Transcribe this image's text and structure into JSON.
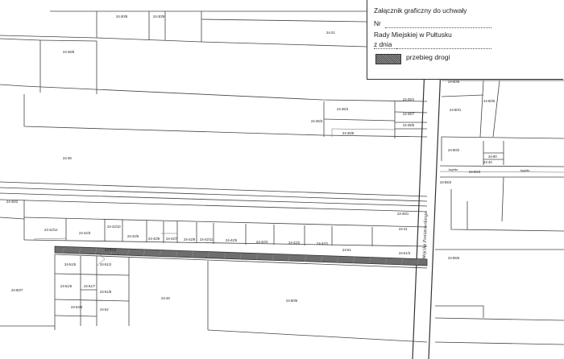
{
  "legend": {
    "title": "Załącznik graficzny do uchwały",
    "nr": "Nr",
    "council": "Rady Miejskiej w Pułtusku",
    "date": "z dnia",
    "road_label": "przebieg drogi",
    "road_color": "#6e6e6e"
  },
  "street_name": "Wojcika Poniatowskiego",
  "side_labels": [
    "Jagiełła",
    "Jagiełła"
  ],
  "parcels": [
    "24-30/8",
    "24-30/9",
    "24-31",
    "24-36/6",
    "24-35/1",
    "24-36/4",
    "24-36/3",
    "24-36/5",
    "24-36/7",
    "24-36/8",
    "24-38",
    "24-46/2",
    "24-39/1",
    "24-41",
    "24-42/12",
    "24-42/3",
    "24-42/10",
    "24-42/6",
    "24-42/8",
    "24-42/7",
    "24-42/9",
    "24-42/11",
    "24-42/5",
    "24-42/4",
    "24-42/2",
    "24-42/1",
    "24-51",
    "24-51/3",
    "24-51/4",
    "24-51/5",
    "24-51/2",
    "24-51/6",
    "24-51/7",
    "24-51/8",
    "24-53/8",
    "24-52",
    "24-49",
    "24-80/6",
    "24-80/7",
    "24-80/8",
    "24-80/1",
    "24-80/5",
    "24-80/2",
    "24-80",
    "24-40",
    "24-85/3",
    "24-85/4",
    "24-85/6"
  ]
}
